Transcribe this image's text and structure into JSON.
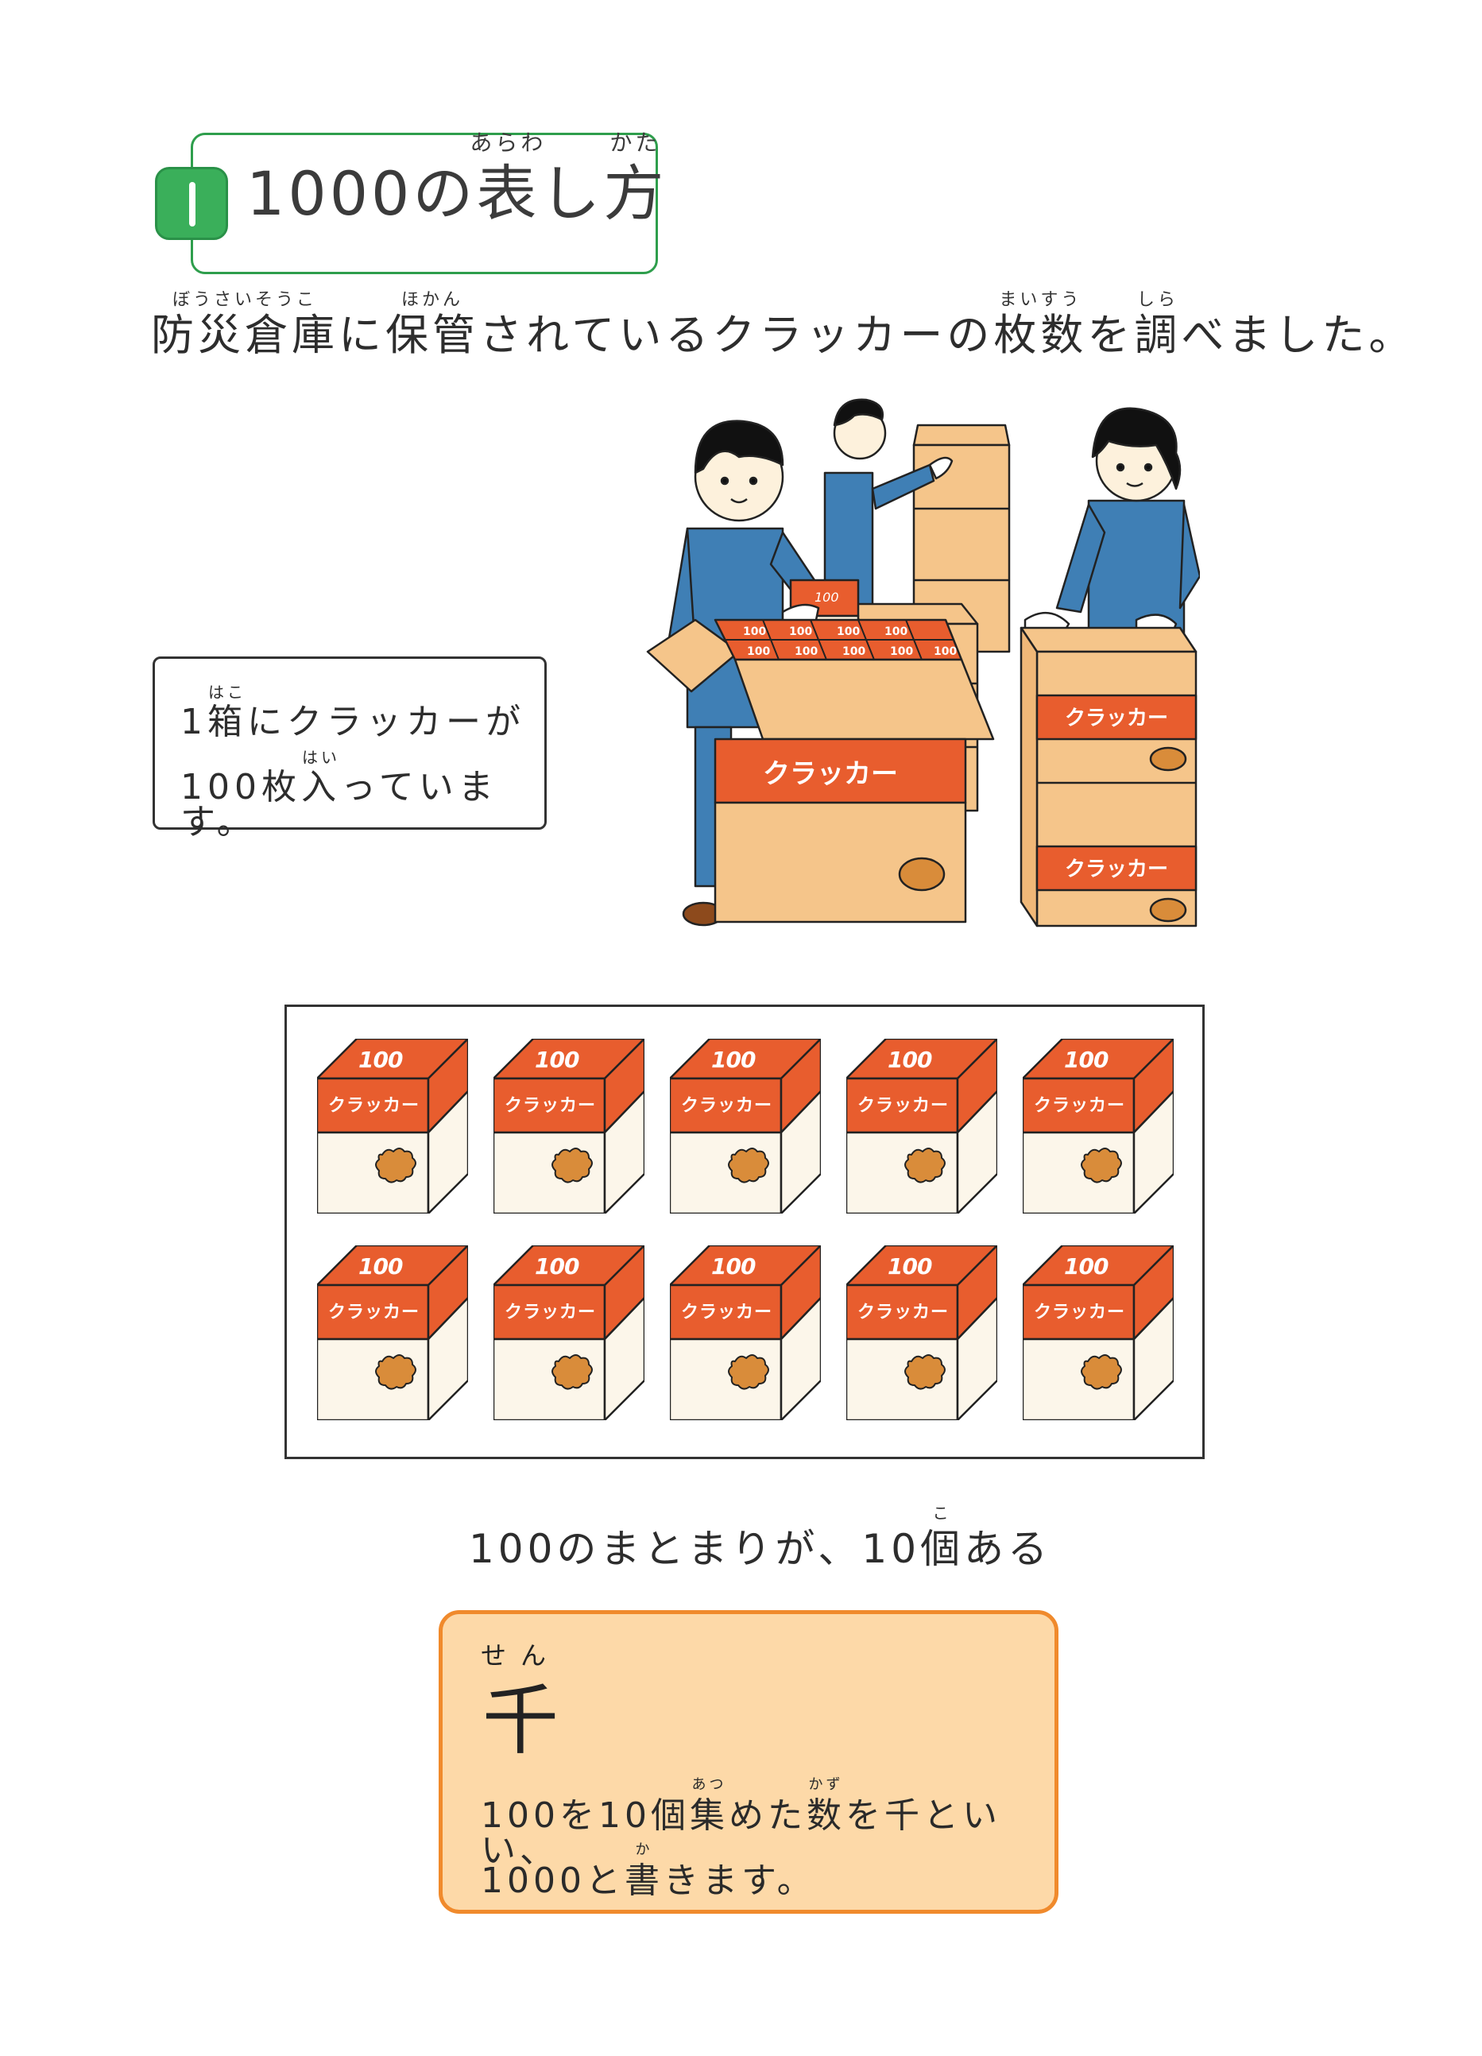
{
  "header": {
    "section_number": "1",
    "title": {
      "prefix": "1000の",
      "kanji1": "表",
      "kanji1_reading": "あらわ",
      "middle": "し",
      "kanji2": "方",
      "kanji2_reading": "かた"
    }
  },
  "intro": {
    "segments": [
      {
        "text": "防災倉庫",
        "reading": "ぼうさいそうこ"
      },
      {
        "text": "に",
        "reading": ""
      },
      {
        "text": "保管",
        "reading": "ほかん"
      },
      {
        "text": "されているクラッカーの",
        "reading": ""
      },
      {
        "text": "枚数",
        "reading": "まいすう"
      },
      {
        "text": "を",
        "reading": ""
      },
      {
        "text": "調",
        "reading": "しら"
      },
      {
        "text": "べました。",
        "reading": ""
      }
    ]
  },
  "info_box": {
    "line1": {
      "pre": "1",
      "kanji": "箱",
      "reading": "はこ",
      "post": "にクラッカーが"
    },
    "line2": {
      "pre": "100枚",
      "kanji": "入",
      "reading": "はい",
      "post": "っています。"
    }
  },
  "scene": {
    "description": "Three workers in blue uniforms sorting cardboard boxes of crackers",
    "box_label": "クラッカー",
    "pack_label": "100",
    "colors": {
      "uniform": "#3f7fb5",
      "cardboard": "#f5c58a",
      "label_orange": "#e85d2e",
      "skin": "#fdf1dc"
    }
  },
  "crates": {
    "count": 10,
    "rows": 2,
    "columns": 5,
    "items": [
      {
        "number": "100",
        "name": "クラッカー"
      },
      {
        "number": "100",
        "name": "クラッカー"
      },
      {
        "number": "100",
        "name": "クラッカー"
      },
      {
        "number": "100",
        "name": "クラッカー"
      },
      {
        "number": "100",
        "name": "クラッカー"
      },
      {
        "number": "100",
        "name": "クラッカー"
      },
      {
        "number": "100",
        "name": "クラッカー"
      },
      {
        "number": "100",
        "name": "クラッカー"
      },
      {
        "number": "100",
        "name": "クラッカー"
      },
      {
        "number": "100",
        "name": "クラッカー"
      }
    ]
  },
  "summary": {
    "pre": "100のまとまりが、10",
    "kanji": "個",
    "reading": "こ",
    "post": "ある"
  },
  "definition": {
    "term": "千",
    "term_reading": "せん",
    "line1": {
      "a": "100を10個",
      "k1": "集",
      "r1": "あつ",
      "b": "めた",
      "k2": "数",
      "r2": "かず",
      "c": "を千といい、"
    },
    "line2": {
      "a": "1000と",
      "k1": "書",
      "r1": "か",
      "b": "きます。"
    }
  },
  "colors": {
    "title_green": "#2e9e4c",
    "badge_green": "#3aaf5a",
    "crate_orange": "#e85d2e",
    "crate_body": "#fcf6ea",
    "cracker": "#d98c3a",
    "definition_border": "#f08a2c",
    "definition_fill": "#fdd9a8"
  }
}
